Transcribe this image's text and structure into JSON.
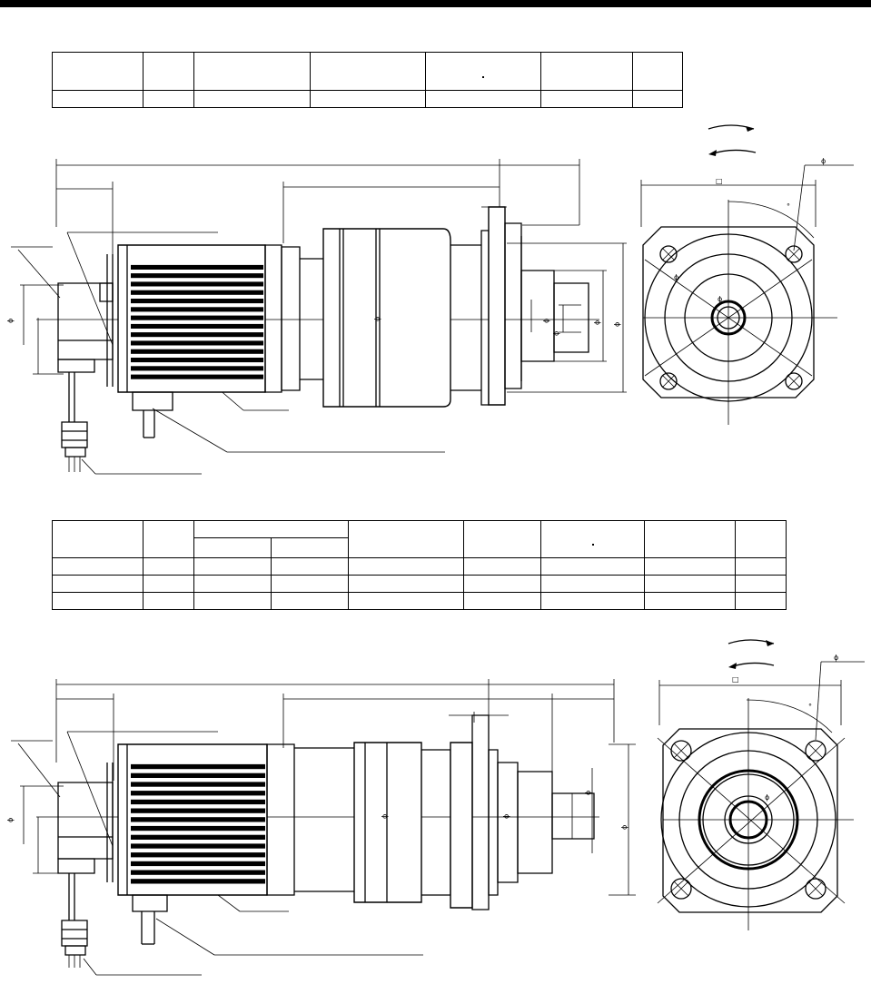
{
  "page": {
    "header_bar_color": "#000000"
  },
  "table_1": {
    "columns": 7,
    "rows": 2,
    "header_cells": [
      "",
      "",
      "",
      "",
      "",
      "",
      ""
    ],
    "value_cells": [
      "",
      "",
      "",
      "",
      "",
      "",
      ""
    ]
  },
  "drawing_1": {
    "dimension_symbols": {
      "diameter_main": "ϕ",
      "square": "□",
      "degree": "°",
      "hole_diameter": "ϕ",
      "pcd_diameter": "ϕ",
      "bore_diameter": "ϕ",
      "encoder_diameter": "ϕ",
      "body_diameter": "ϕ",
      "flange_diameter": "ϕ",
      "shaft_diameter": "ϕ",
      "shaft_key_diameter": "ϕ"
    }
  },
  "table_2": {
    "columns": 9,
    "rows": 5,
    "header_cells": [
      "",
      "",
      "",
      "",
      "",
      "",
      "",
      ""
    ],
    "sub_header_cells": [
      "",
      ""
    ],
    "rows_data": [
      [
        "",
        "",
        "",
        "",
        "",
        "",
        "",
        "",
        ""
      ],
      [
        "",
        "",
        "",
        "",
        "",
        "",
        "",
        "",
        ""
      ],
      [
        "",
        "",
        "",
        "",
        "",
        "",
        "",
        "",
        ""
      ]
    ]
  },
  "drawing_2": {
    "dimension_symbols": {
      "diameter_main": "ϕ",
      "square": "□",
      "degree": "°",
      "hole_diameter": "ϕ",
      "pcd_diameter": "ϕ",
      "encoder_diameter": "ϕ",
      "body_diameter": "ϕ",
      "flange_diameter": "ϕ",
      "shaft_diameter": "ϕ",
      "output_diameter": "ϕ"
    }
  }
}
